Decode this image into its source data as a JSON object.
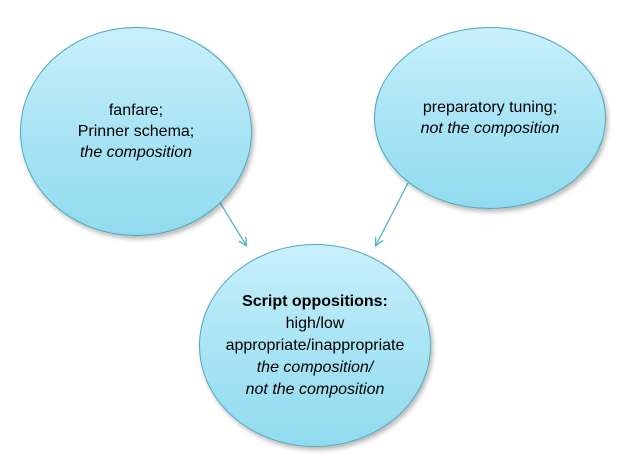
{
  "nodes": {
    "left": {
      "lines": [
        "fanfare;",
        "Prinner schema;",
        "the composition"
      ]
    },
    "right": {
      "lines": [
        "preparatory tuning;",
        "not the composition"
      ]
    },
    "bottom": {
      "title": "Script oppositions:",
      "lines": [
        "high/low",
        "appropriate/inappropriate",
        "the composition/",
        "not the composition"
      ]
    }
  },
  "colors": {
    "node_fill_top": "#c9f0fb",
    "node_fill_bottom": "#92dbef",
    "node_border": "#4fa6bb",
    "arrow": "#5bb3c6"
  }
}
